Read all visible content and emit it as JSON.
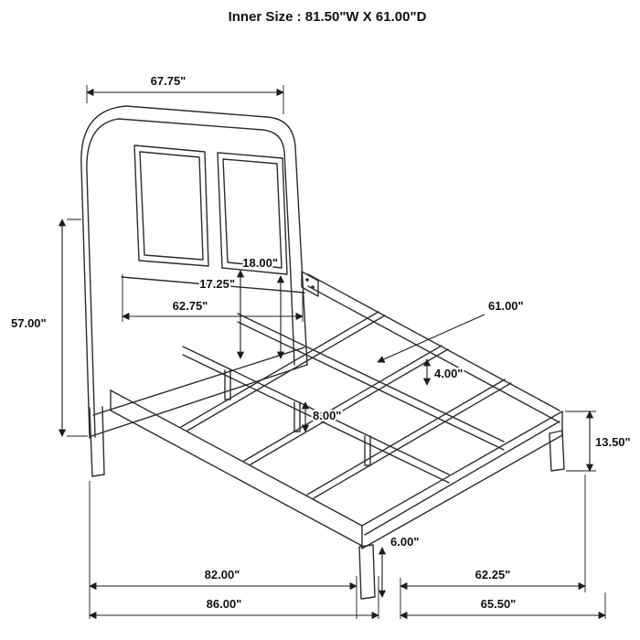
{
  "title": "Inner Size : 81.50\"W X 61.00\"D",
  "dims": {
    "headboard_top_width": "67.75\"",
    "headboard_height": "57.00\"",
    "headboard_inner_width": "62.75\"",
    "panel_dim_a": "17.25\"",
    "panel_dim_b": "18.00\"",
    "inner_depth": "61.00\"",
    "rail_width": "4.00\"",
    "support_leg_height": "8.00\"",
    "footboard_height": "13.50\"",
    "foot_leg_height": "6.00\"",
    "inner_length": "82.00\"",
    "overall_length": "86.00\"",
    "inner_width_bottom": "62.25\"",
    "overall_width_bottom": "65.50\""
  }
}
